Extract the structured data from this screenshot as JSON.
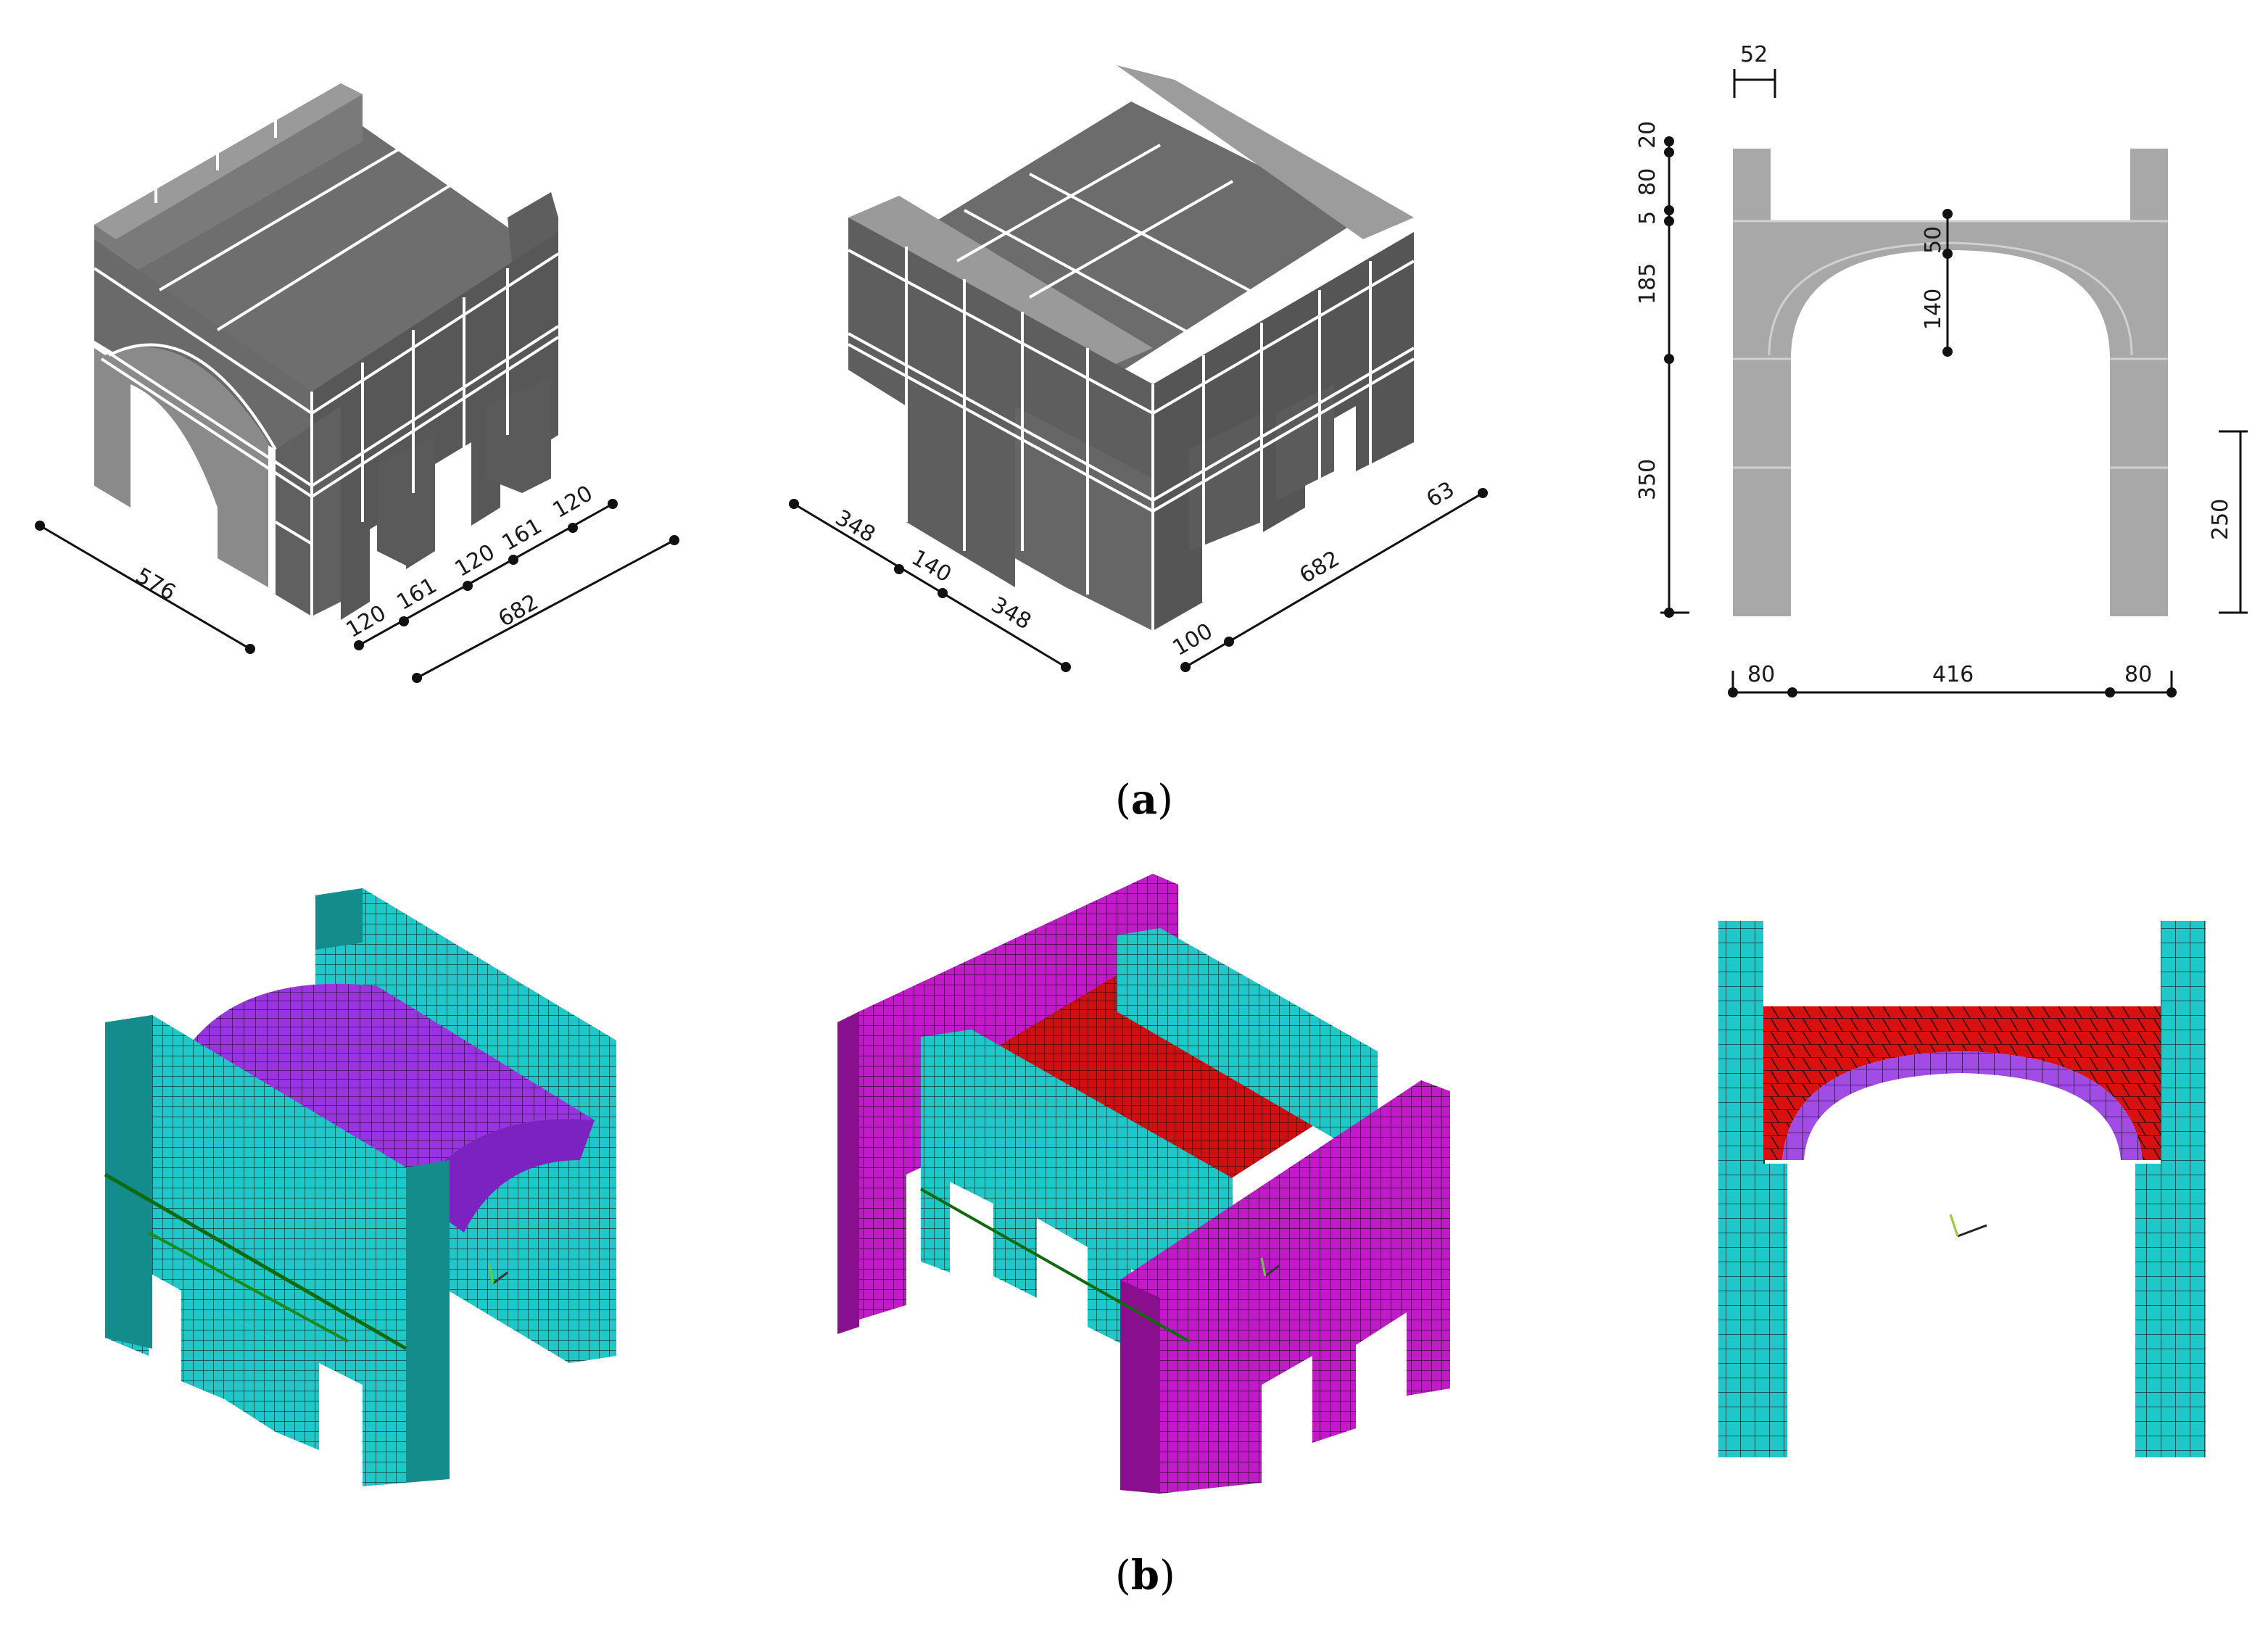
{
  "figure": {
    "panel_a_label": "a",
    "panel_b_label": "b"
  },
  "drawing1": {
    "dim_length": "576",
    "dim_pier1": "120",
    "dim_span1": "161",
    "dim_pier2": "120",
    "dim_span2": "161",
    "dim_pier3": "120",
    "dim_width": "682"
  },
  "drawing2": {
    "dim_side1": "348",
    "dim_gap": "140",
    "dim_side2": "348",
    "dim_offset1": "100",
    "dim_width": "682",
    "dim_offset2": "63"
  },
  "drawing3": {
    "dim_wall_thickness": "52",
    "dim_top1": "20",
    "dim_top2": "80",
    "dim_top3": "5",
    "dim_arch_height": "185",
    "dim_pier_height": "350",
    "dim_crown": "50",
    "dim_rise": "140",
    "dim_lower": "250",
    "dim_left_pier": "80",
    "dim_span": "416",
    "dim_right_pier": "80"
  },
  "colors": {
    "masonry": "#777777",
    "wall_mesh": "#1ec8c8",
    "vault_mesh": "#9a34e0",
    "fill_mesh": "#d81010",
    "side_mesh": "#c219c9",
    "elevation_fill": "#a8a8a8"
  },
  "icons": [
    "axis-triad-icon"
  ]
}
